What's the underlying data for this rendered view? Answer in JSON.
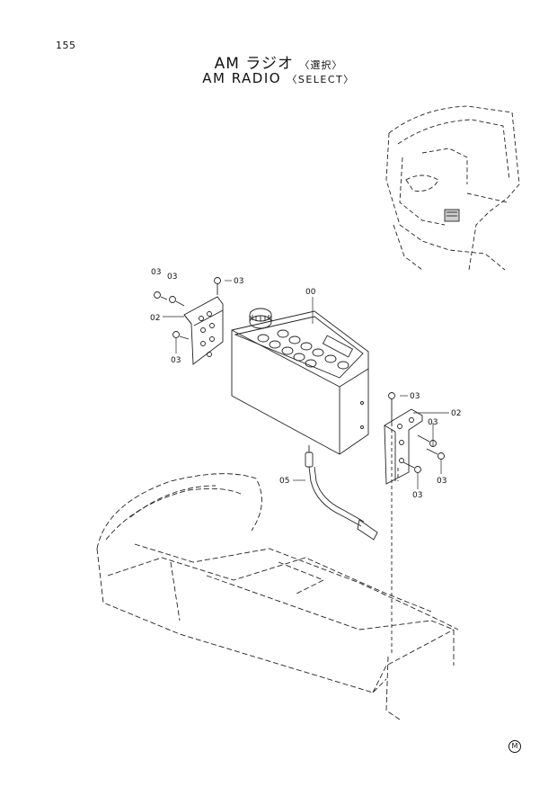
{
  "page": {
    "number": "155"
  },
  "title": {
    "jp_main": "AM ラジオ",
    "jp_sub": "〈選択〉",
    "en_main": "AM RADIO",
    "en_sub": "〈SELECT〉"
  },
  "callouts": {
    "radio_unit": "00",
    "bracket_left": "02",
    "bracket_right": "02",
    "antenna_cable": "05",
    "bolt_top_left_a": "03",
    "bolt_top_left_b": "03",
    "bolt_top_center": "03",
    "bolt_left_lower": "03",
    "bolt_right_top": "03",
    "bolt_right_mid": "03",
    "bolt_right_side": "03",
    "bolt_right_bottom": "03"
  },
  "corner_mark": "M"
}
